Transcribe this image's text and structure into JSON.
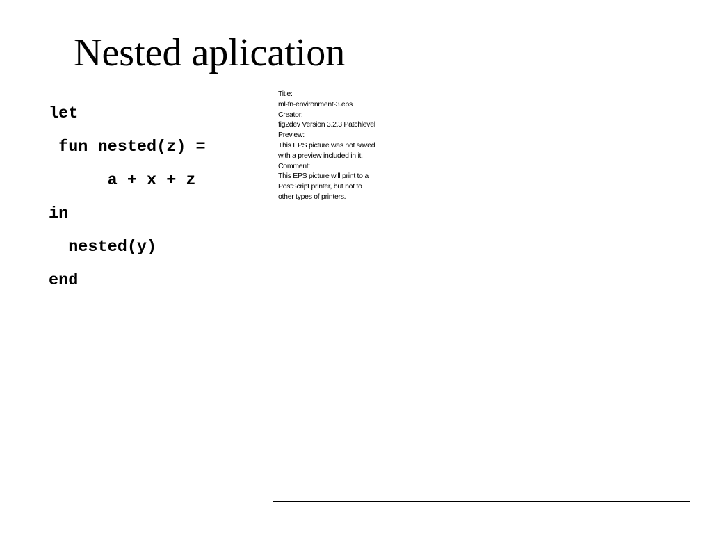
{
  "slide": {
    "title": "Nested aplication"
  },
  "code": {
    "lines": [
      "let",
      " fun nested(z) =",
      "      a + x + z",
      "in",
      "  nested(y)",
      "end"
    ]
  },
  "eps_placeholder": {
    "lines": [
      "Title:",
      "ml-fn-environment-3.eps",
      "Creator:",
      "fig2dev Version 3.2.3 Patchlevel",
      "Preview:",
      "This EPS picture was not saved",
      "with a preview included in it.",
      "Comment:",
      "This EPS picture will print to a",
      "PostScript printer, but not to",
      "other types of printers."
    ]
  }
}
